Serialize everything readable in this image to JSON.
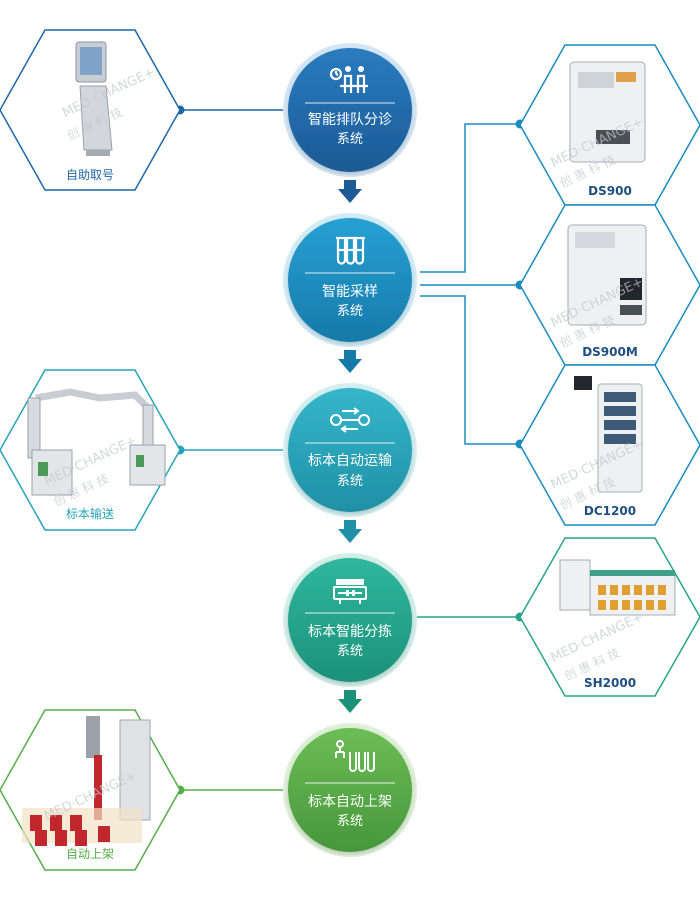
{
  "flow": [
    {
      "line1": "智能排队分诊",
      "line2": "系统",
      "icon": "queue-people-icon",
      "color": "#1f67a6"
    },
    {
      "line1": "智能采样",
      "line2": "系统",
      "icon": "sample-tubes-icon",
      "color": "#1a8bbf"
    },
    {
      "line1": "标本自动运输",
      "line2": "系统",
      "icon": "transport-arrows-icon",
      "color": "#27a3b9"
    },
    {
      "line1": "标本智能分拣",
      "line2": "系统",
      "icon": "sorting-machine-icon",
      "color": "#26a48c"
    },
    {
      "line1": "标本自动上架",
      "line2": "系统",
      "icon": "robot-arm-tubes-icon",
      "color": "#56ad4a"
    }
  ],
  "left_devices": [
    {
      "label": "自助取号",
      "color": "#1f67a6"
    },
    {
      "label": "标本输送",
      "color": "#27a3b9"
    },
    {
      "label": "自动上架",
      "color": "#56ad4a"
    }
  ],
  "right_devices": [
    {
      "label": "DS900",
      "color": "#1a8bbf"
    },
    {
      "label": "DS900M",
      "color": "#1a8bbf"
    },
    {
      "label": "DC1200",
      "color": "#1a8bbf"
    },
    {
      "label": "SH2000",
      "color": "#26a48c"
    }
  ],
  "watermark": {
    "text1": "MED·CHANGE+",
    "text2": "创 惠 科 技"
  }
}
